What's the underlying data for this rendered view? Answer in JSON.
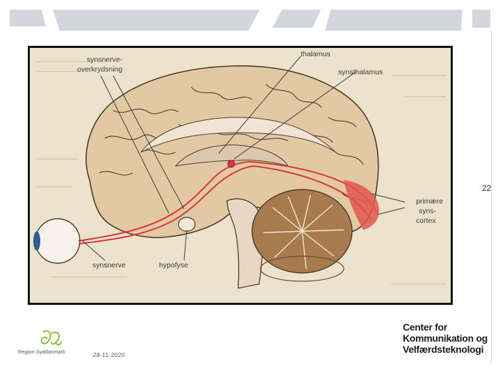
{
  "slide": {
    "number": "22",
    "date": "28-11-2020"
  },
  "diagram": {
    "labels": {
      "optic_chiasm_line1": "synsnerve-",
      "optic_chiasm_line2": "overkrydsning",
      "thalamus": "thalamus",
      "visual_thalamus": "synsthalamus",
      "primary_cortex_line1": "primære",
      "primary_cortex_line2": "syns-",
      "primary_cortex_line3": "cortex",
      "optic_nerve": "synsnerve",
      "pituitary": "hypofyse"
    },
    "colors": {
      "brain": "#e3c8a4",
      "brain_outline": "#4a3a2c",
      "pathway": "#d8353c",
      "visual_cortex": "#e2574f",
      "cerebellum": "#a77b4e",
      "page": "#ede3cc",
      "eye_iris": "#2e5d8a"
    }
  },
  "footer": {
    "left_logo_text": "Region Syddanmark",
    "right_logo_lines": [
      "Center for",
      "Kommunikation og",
      "Velfærdsteknologi"
    ]
  }
}
